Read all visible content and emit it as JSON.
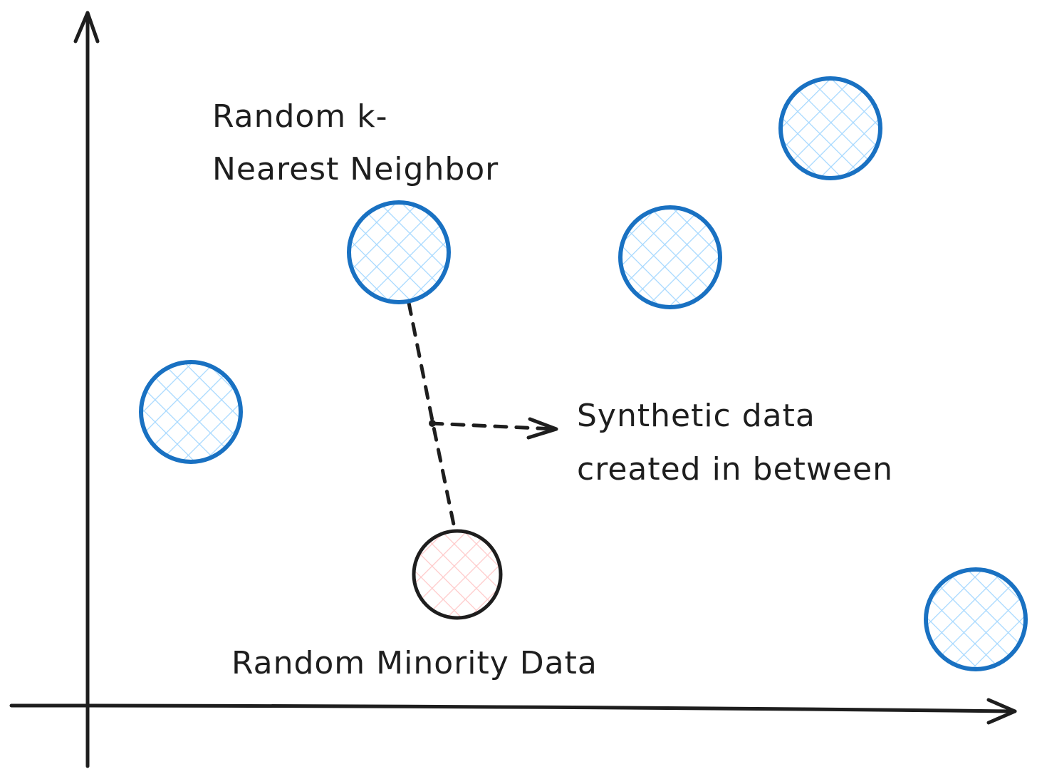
{
  "colors": {
    "majority_stroke": "#1971c2",
    "majority_hatch": "#a5d8ff",
    "minority_stroke": "#1e1e1e",
    "minority_hatch": "#ffc9c9",
    "ink": "#1e1e1e"
  },
  "labels": {
    "neighbor_line1": "Random k-",
    "neighbor_line2": "Nearest Neighbor",
    "synthetic_line1": "Synthetic data",
    "synthetic_line2": "created in between",
    "minority": "Random Minority Data"
  },
  "points": [
    {
      "name": "majority-point-neighbor",
      "class": "majority"
    },
    {
      "name": "majority-point-center",
      "class": "majority"
    },
    {
      "name": "majority-point-top-right",
      "class": "majority"
    },
    {
      "name": "majority-point-left",
      "class": "majority"
    },
    {
      "name": "majority-point-bottom-right",
      "class": "majority"
    },
    {
      "name": "minority-point",
      "class": "minority"
    }
  ]
}
